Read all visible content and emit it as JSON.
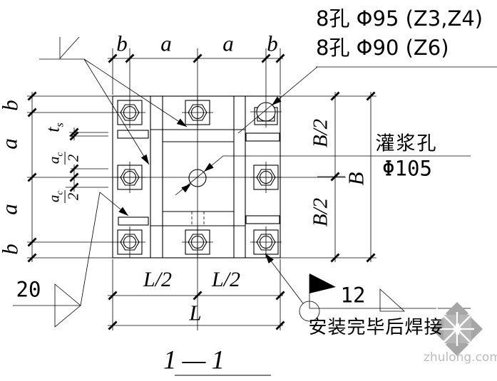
{
  "drawing": {
    "section_title": "1—1",
    "notes": {
      "bolt_holes_z34": "8孔 Φ95 (Z3,Z4)",
      "bolt_holes_z6": "8孔 Φ90 (Z6)",
      "grout_hole_label": "灌浆孔",
      "grout_hole_diameter": "Φ105",
      "weld_after_installation": "安装完毕后焊接",
      "weld_size_right": "12",
      "weld_size_left": "20"
    },
    "dimensions": {
      "top": [
        "b",
        "a",
        "a",
        "b"
      ],
      "left_outer": [
        "b",
        "a",
        "a",
        "b"
      ],
      "left_inner": {
        "plate_thickness": {
          "base": "t",
          "sub": "s"
        },
        "half_ac": {
          "num": "a",
          "num_sub": "c",
          "den": "2"
        }
      },
      "right": {
        "halves": [
          "B/2",
          "B/2"
        ],
        "total": "B"
      },
      "bottom": {
        "halves": [
          "L/2",
          "L/2"
        ],
        "total": "L"
      }
    },
    "watermark": "zhulong.com",
    "colors": {
      "line": "#000000",
      "background": "#ffffff",
      "watermark_text": "#bdbdbd",
      "logo_gray": "#a6a6a6",
      "logo_gray_light": "#b7b7b7"
    }
  }
}
